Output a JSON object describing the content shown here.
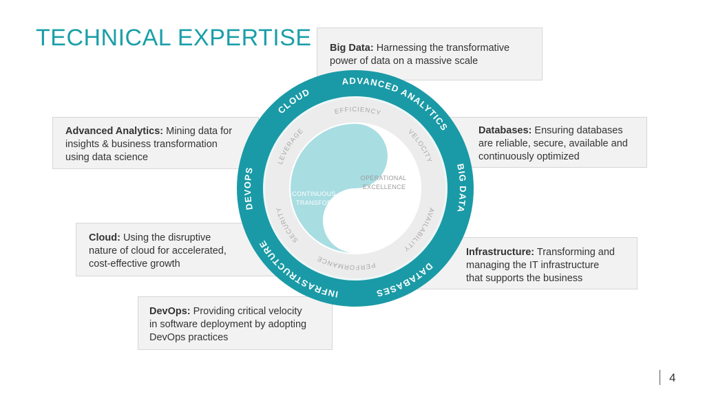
{
  "title": "TECHNICAL EXPERTISE",
  "cards": {
    "big_data": {
      "label": "Big Data:",
      "line1": "Harnessing the transformative",
      "line2": "power of data on a massive scale"
    },
    "analytics": {
      "label": "Advanced Analytics:",
      "line1": "Mining data for",
      "line2": "insights & business transformation",
      "line3": "using data science"
    },
    "databases": {
      "label": "Databases:",
      "line1": "Ensuring databases",
      "line2": "are reliable, secure, available and",
      "line3": "continuously optimized"
    },
    "cloud": {
      "label": "Cloud:",
      "line1": "Using the disruptive",
      "line2": "nature of cloud for accelerated,",
      "line3": "cost-effective growth"
    },
    "infrastructure": {
      "label": "Infrastructure:",
      "line1": "Transforming and",
      "line2": "managing the IT infrastructure",
      "line3": "that supports the business"
    },
    "devops": {
      "label": "DevOps:",
      "line1": "Providing critical velocity",
      "line2": "in software deployment by adopting",
      "line3": "DevOps practices"
    }
  },
  "ring_labels": {
    "big_data": "BIG DATA",
    "databases": "DATABASES",
    "infrastructure": "INFRASTRUCTURE",
    "devops": "DEVOPS",
    "cloud": "CLOUD",
    "advanced_analytics": "ADVANCED ANALYTICS"
  },
  "inner_labels": {
    "velocity": "VELOCITY",
    "availability": "AVAILABILITY",
    "performance": "PERFORMANCE",
    "security": "SECURITY",
    "leverage": "LEVERAGE",
    "efficiency": "EFFICIENCY"
  },
  "center": {
    "operational_1": "OPERATIONAL",
    "operational_2": "EXCELLENCE",
    "continuous_1": "CONTINUOUS",
    "continuous_2": "TRANSFORMATION"
  },
  "page_number": "4",
  "colors": {
    "teal_ring": "#1a9aa6",
    "teal_title": "#1a9fa8",
    "yin_light": "#a8dde2",
    "card_bg": "#f2f2f2",
    "card_border": "#d6d6d6"
  }
}
